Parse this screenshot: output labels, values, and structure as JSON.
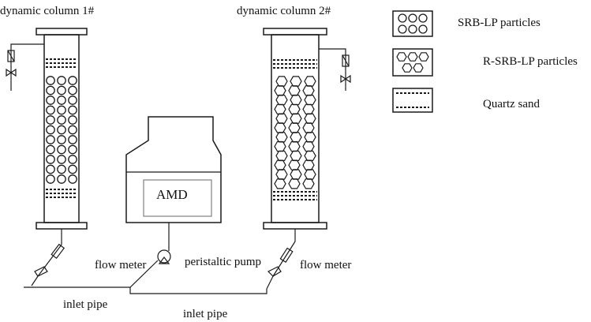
{
  "columns": {
    "col1_title": "dynamic column 1#",
    "col2_title": "dynamic column 2#"
  },
  "tank": {
    "label": "AMD"
  },
  "labels": {
    "flow_meter_left": "flow meter",
    "flow_meter_right": "flow meter",
    "peristaltic_pump": "peristaltic pump",
    "inlet_pipe_left": "inlet pipe",
    "inlet_pipe_center": "inlet pipe"
  },
  "legend": {
    "items": [
      {
        "label": "SRB-LP particles",
        "symbol": "circles"
      },
      {
        "label": "R-SRB-LP particles",
        "symbol": "hexagons"
      },
      {
        "label": "Quartz sand",
        "symbol": "dashed-lines"
      }
    ]
  }
}
